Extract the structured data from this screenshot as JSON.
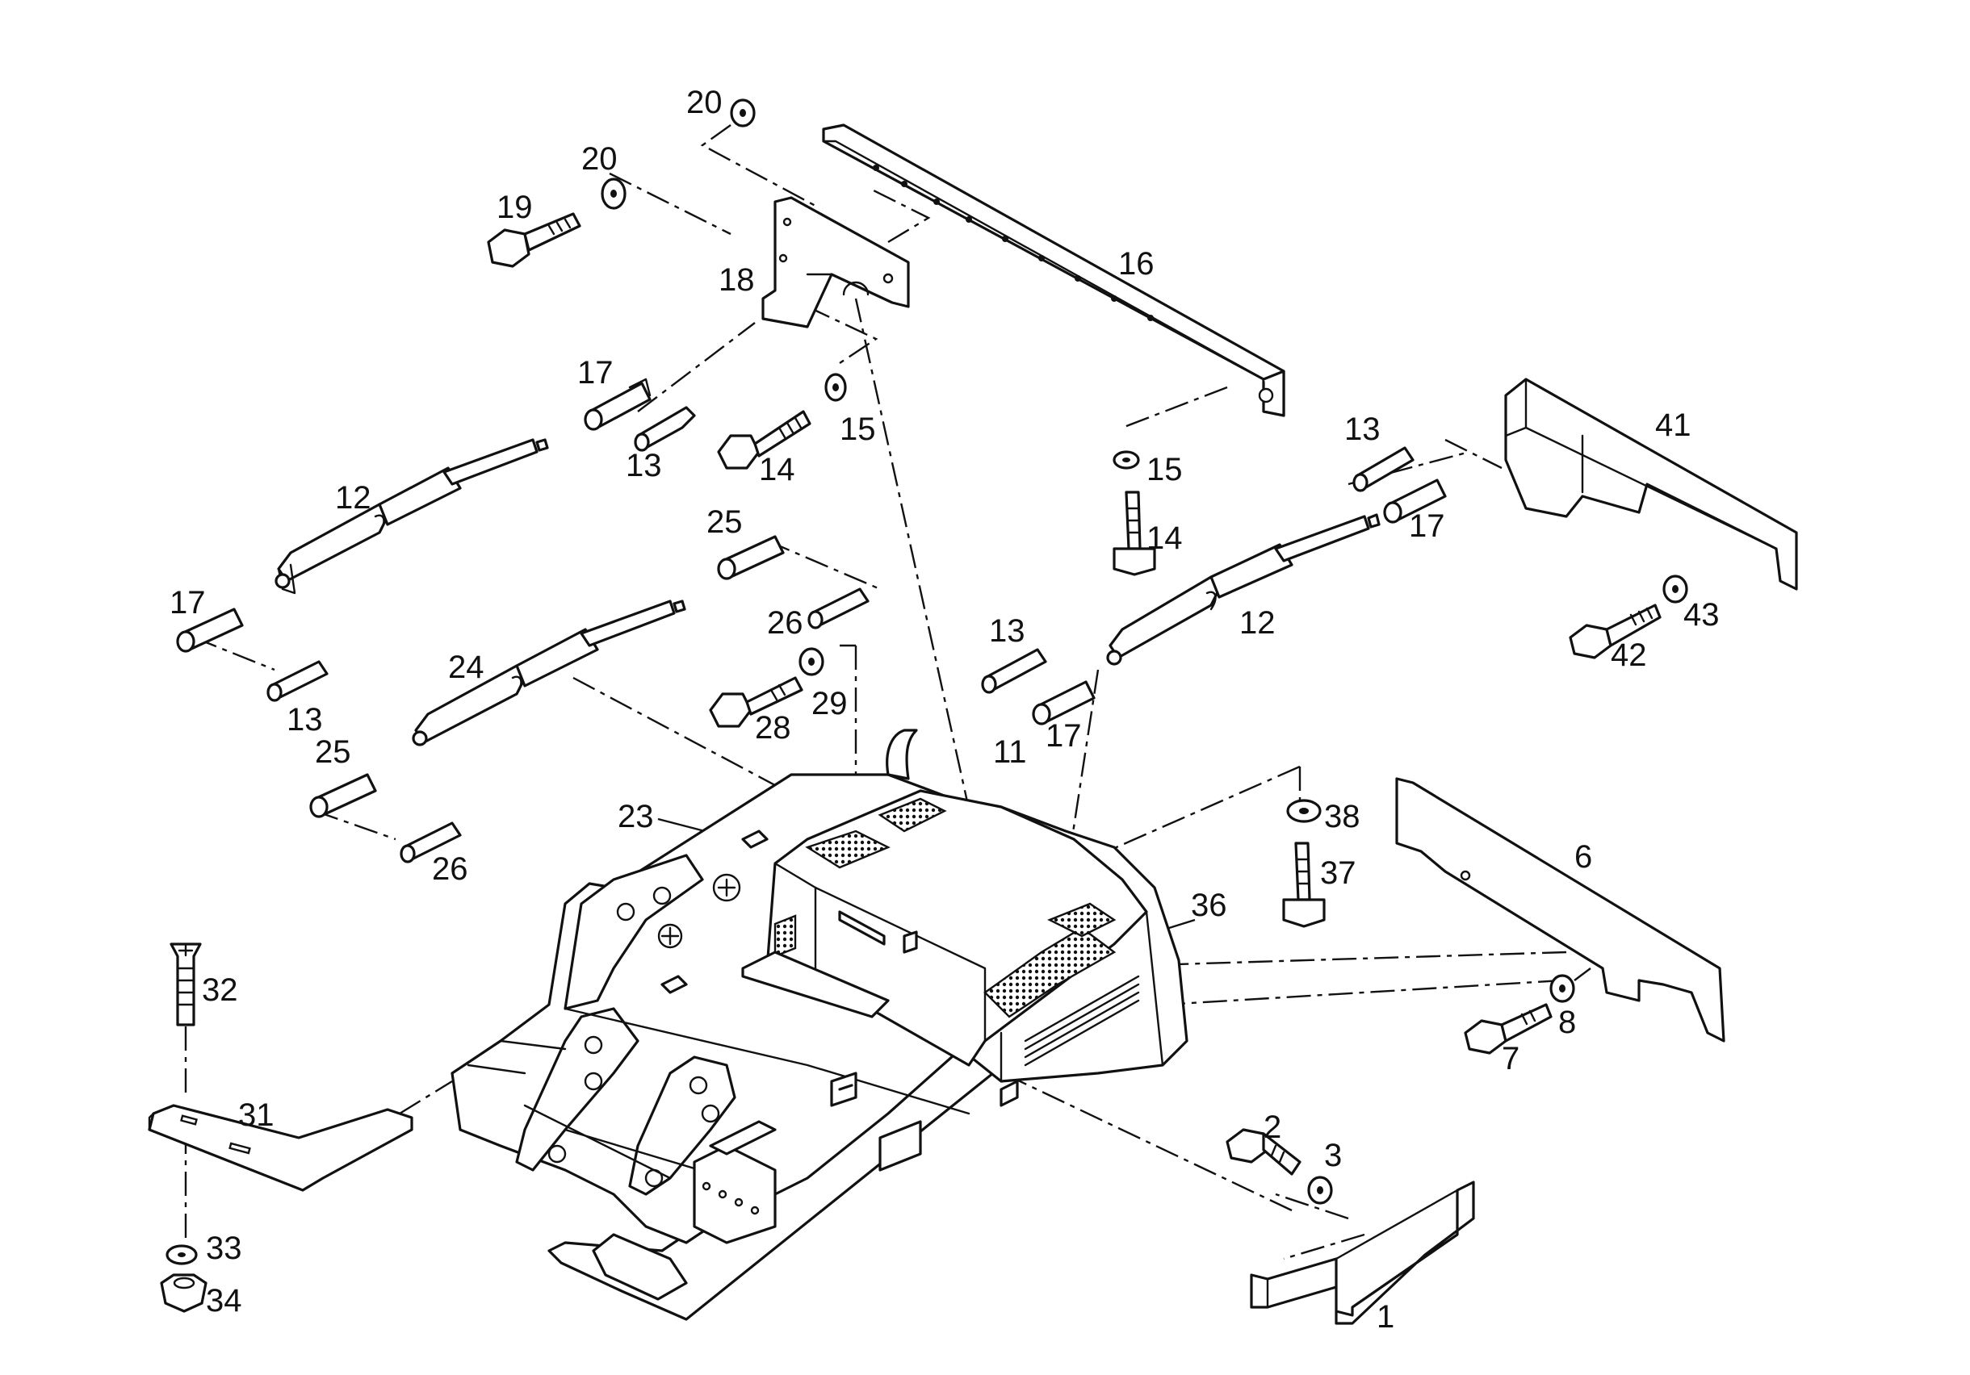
{
  "colors": {
    "ink": "#111111",
    "paper": "#ffffff"
  },
  "callouts": {
    "c1": "1",
    "c2": "2",
    "c3": "3",
    "c6": "6",
    "c7": "7",
    "c8": "8",
    "c11": "11",
    "c12a": "12",
    "c12b": "12",
    "c13a": "13",
    "c13b": "13",
    "c13c": "13",
    "c13d": "13",
    "c14a": "14",
    "c14b": "14",
    "c15a": "15",
    "c15b": "15",
    "c16": "16",
    "c17a": "17",
    "c17b": "17",
    "c17c": "17",
    "c17d": "17",
    "c18": "18",
    "c19": "19",
    "c20a": "20",
    "c20b": "20",
    "c23": "23",
    "c24": "24",
    "c25a": "25",
    "c25b": "25",
    "c26a": "26",
    "c26b": "26",
    "c28": "28",
    "c29": "29",
    "c31": "31",
    "c32": "32",
    "c33": "33",
    "c34": "34",
    "c36": "36",
    "c37": "37",
    "c38": "38",
    "c41": "41",
    "c42": "42",
    "c43": "43"
  }
}
